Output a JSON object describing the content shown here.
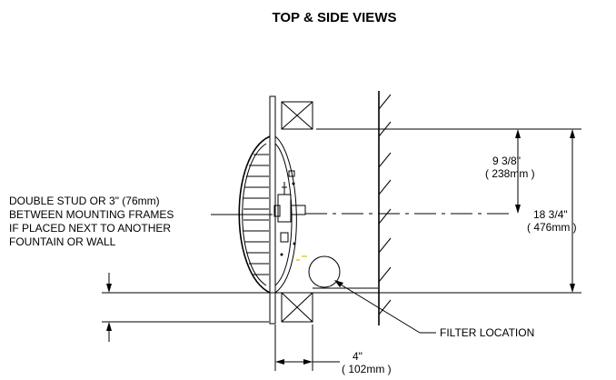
{
  "title": "TOP & SIDE VIEWS",
  "note": {
    "lines": [
      "DOUBLE STUD OR 3\" (76mm)",
      "BETWEEN MOUNTING FRAMES",
      "IF PLACED NEXT TO ANOTHER",
      "FOUNTAIN OR WALL"
    ]
  },
  "dimensions": {
    "half_height": {
      "imperial": "9 3/8\"",
      "metric": "( 238mm )"
    },
    "full_height": {
      "imperial": "18 3/4\"",
      "metric": "( 476mm )"
    },
    "depth": {
      "imperial": "4\"",
      "metric": "( 102mm )"
    }
  },
  "callouts": {
    "filter": "FILTER LOCATION"
  },
  "colors": {
    "line": "#000000",
    "accent": "#e6d200"
  }
}
